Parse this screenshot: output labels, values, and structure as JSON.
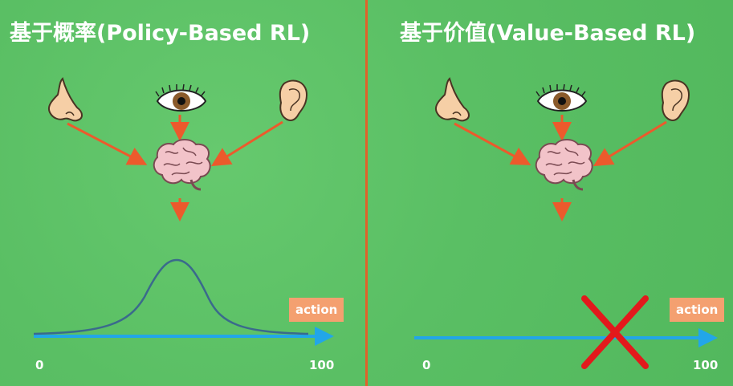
{
  "left_panel": {
    "title": "基于概率(Policy-Based RL)",
    "inputs": [
      "nose-icon",
      "eye-icon",
      "ear-icon"
    ],
    "processor": "brain-icon",
    "output": "distribution-curve",
    "action_label": "action",
    "axis_min": "0",
    "axis_max": "100"
  },
  "right_panel": {
    "title": "基于价值(Value-Based RL)",
    "inputs": [
      "nose-icon",
      "eye-icon",
      "ear-icon"
    ],
    "processor": "brain-icon",
    "output": "cross-mark-icon",
    "action_label": "action",
    "axis_min": "0",
    "axis_max": "100"
  },
  "colors": {
    "background": "#5cc167",
    "divider": "#e0622a",
    "arrow": "#ec5a2c",
    "axis": "#22a6e8",
    "curve": "#3a6a8c",
    "badge": "#f4a070",
    "cross": "#e3191c"
  }
}
